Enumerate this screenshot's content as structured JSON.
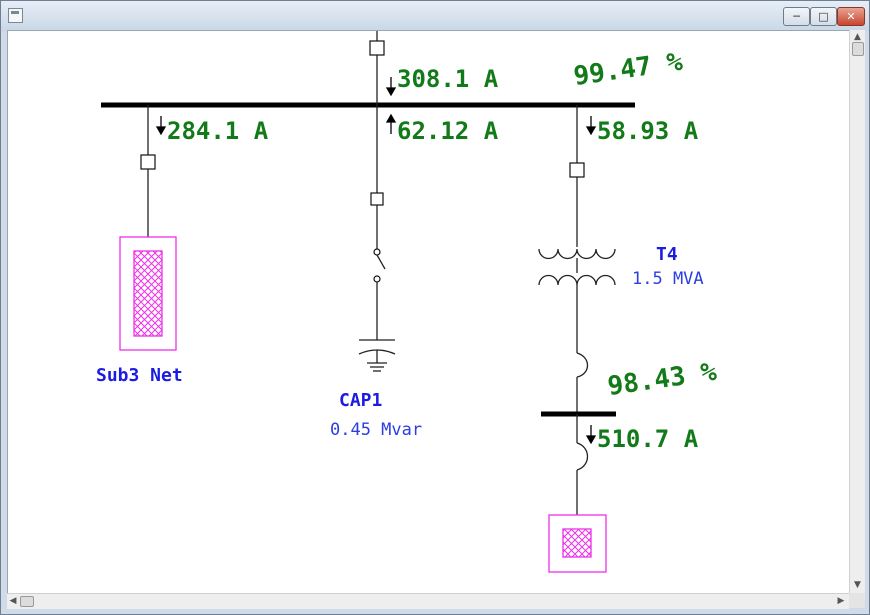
{
  "diagram": {
    "main_bus": {
      "current_in": "308.1 A",
      "voltage_pct": "99.47 %"
    },
    "feeders": {
      "sub3": {
        "current": "284.1 A",
        "name": "Sub3 Net"
      },
      "cap1": {
        "current": "62.12 A",
        "name": "CAP1",
        "rating": "0.45 Mvar"
      },
      "t4": {
        "current": "58.93 A",
        "name": "T4",
        "rating": "1.5 MVA"
      }
    },
    "lower_bus": {
      "voltage_pct": "98.43 %",
      "current": "510.7 A"
    }
  },
  "colors": {
    "current_label": "#137a1a",
    "name_label": "#1c1ce0",
    "rating_label": "#2b3ee0",
    "external_grid": "#ee2fe9",
    "bus": "#000000",
    "title_bar": "#cfdbe8",
    "close_button": "#c8452f"
  },
  "icons": [
    "window-system-icon",
    "minimize-icon",
    "maximize-icon",
    "close-icon",
    "scroll-up-arrow-icon",
    "scroll-down-arrow-icon",
    "scroll-left-arrow-icon",
    "scroll-right-arrow-icon"
  ]
}
